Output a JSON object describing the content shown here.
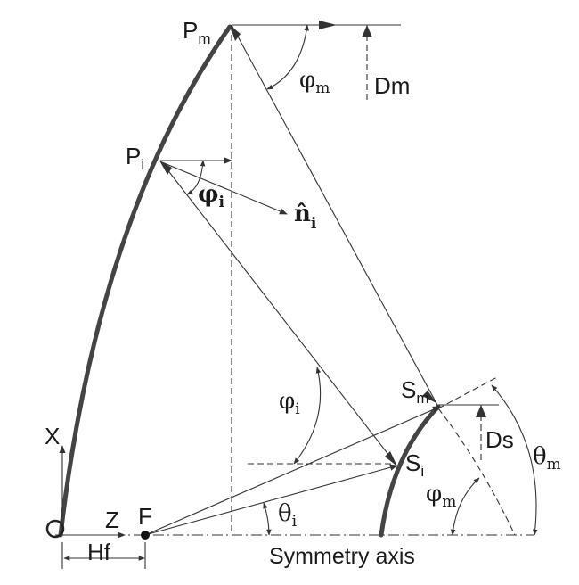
{
  "labels": {
    "pm": "P",
    "pm_sub": "m",
    "pi": "P",
    "pi_sub": "i",
    "phi_m_top": "φ",
    "phi_m_top_sub": "m",
    "dm": "Dm",
    "phi_i_top": "φ",
    "phi_i_top_sub": "i",
    "n_hat": "n̂",
    "n_hat_sub": "i",
    "phi_i_mid": "φ",
    "phi_i_mid_sub": "i",
    "sm": "S",
    "sm_sub": "m",
    "ds": "Ds",
    "theta_m": "θ",
    "theta_m_sub": "m",
    "si": "S",
    "si_sub": "i",
    "phi_m_low": "φ",
    "phi_m_low_sub": "m",
    "x_axis": "X",
    "z_axis": "Z",
    "origin": "O",
    "focus": "F",
    "theta_i": "θ",
    "theta_i_sub": "i",
    "hf": "Hf",
    "symmetry_axis": "Symmetry axis"
  }
}
